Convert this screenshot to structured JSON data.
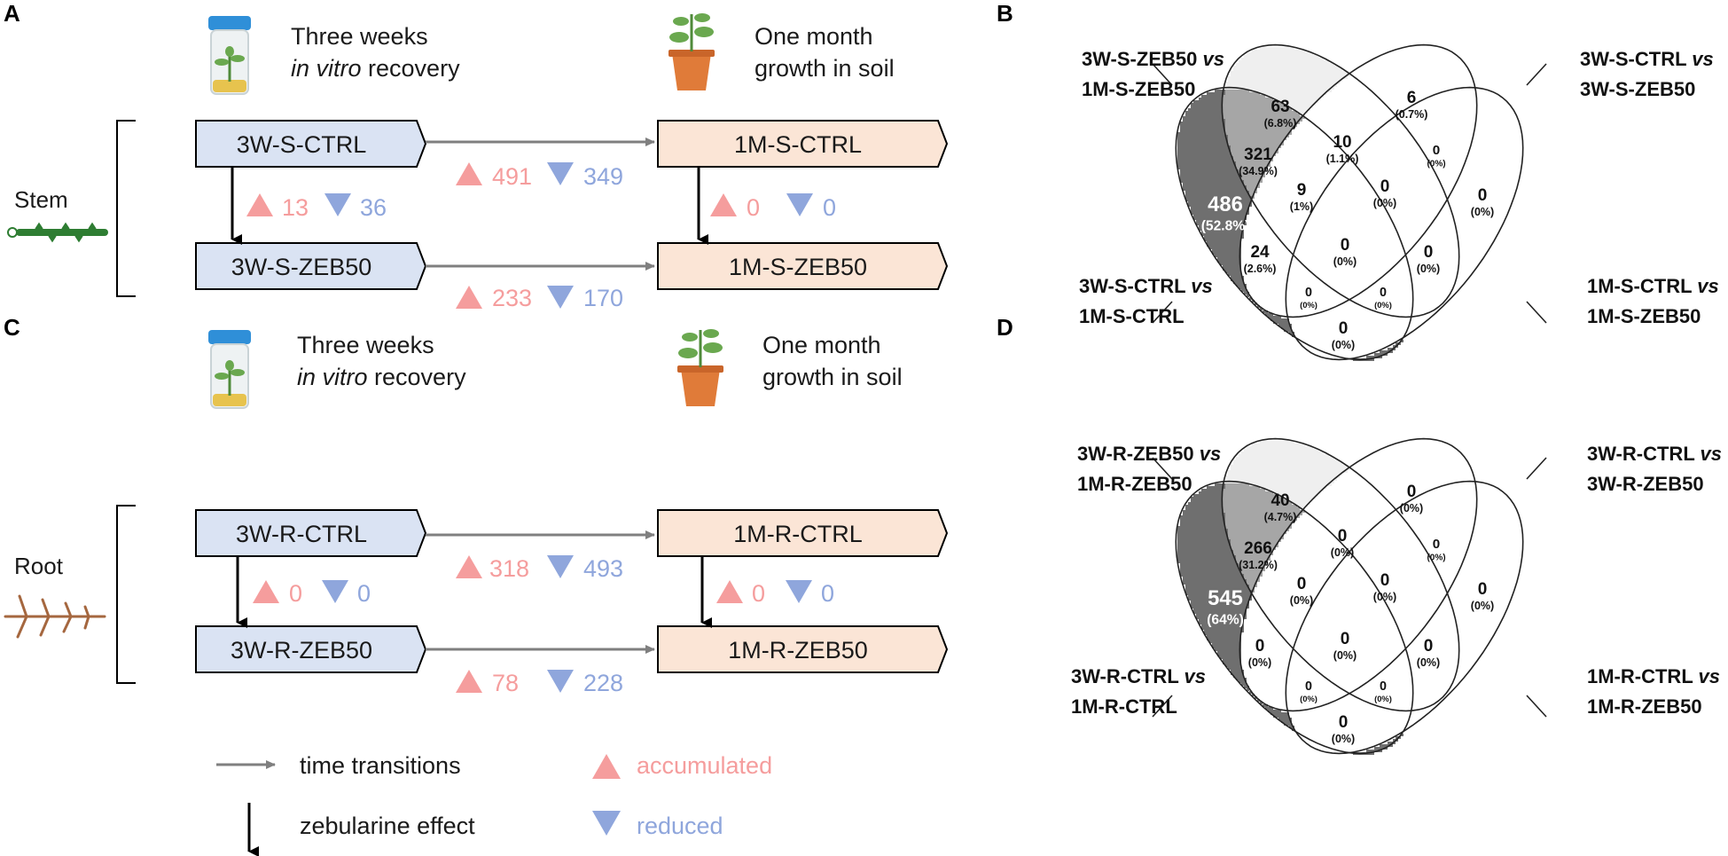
{
  "panels": {
    "a": "A",
    "b": "B",
    "c": "C",
    "d": "D"
  },
  "colors": {
    "ctrl_box": "#dae3f3",
    "soil_box": "#fbe5d6",
    "up": "#f59d9d",
    "down": "#8fa6dc",
    "time_arrow": "#7f7f7f",
    "zeb_arrow": "#000000"
  },
  "icons": [
    "jar-icon",
    "potted-plant-icon",
    "stem-icon",
    "root-icon"
  ],
  "flow_a": {
    "header_left": [
      "Three weeks",
      "in vitro",
      " recovery"
    ],
    "header_right": [
      "One month",
      "growth in soil"
    ],
    "tissue": "Stem",
    "boxes": {
      "tl": "3W-S-CTRL",
      "tr": "1M-S-CTRL",
      "bl": "3W-S-ZEB50",
      "br": "1M-S-ZEB50"
    },
    "counts": {
      "top_up": "491",
      "top_down": "349",
      "left_up": "13",
      "left_down": "36",
      "right_up": "0",
      "right_down": "0",
      "bottom_up": "233",
      "bottom_down": "170"
    }
  },
  "flow_c": {
    "header_left": [
      "Three weeks",
      "in vitro",
      " recovery"
    ],
    "header_right": [
      "One month",
      "growth in soil"
    ],
    "tissue": "Root",
    "boxes": {
      "tl": "3W-R-CTRL",
      "tr": "1M-R-CTRL",
      "bl": "3W-R-ZEB50",
      "br": "1M-R-ZEB50"
    },
    "counts": {
      "top_up": "318",
      "top_down": "493",
      "left_up": "0",
      "left_down": "0",
      "right_up": "0",
      "right_down": "0",
      "bottom_up": "78",
      "bottom_down": "228"
    }
  },
  "legend": {
    "time": "time transitions",
    "zeb": "zebularine effect",
    "up": "accumulated",
    "down": "reduced"
  },
  "venn_b": {
    "labels": {
      "tl": [
        "3W-S-ZEB50",
        "1M-S-ZEB50"
      ],
      "tr": [
        "3W-S-CTRL",
        "3W-S-ZEB50"
      ],
      "bl": [
        "3W-S-CTRL",
        "1M-S-CTRL"
      ],
      "br": [
        "1M-S-CTRL",
        "1M-S-ZEB50"
      ],
      "vs": "vs"
    },
    "regions": {
      "A": [
        "486",
        "(52.8%)"
      ],
      "B": [
        "63",
        "(6.8%)"
      ],
      "C": [
        "6",
        "(0.7%)"
      ],
      "D": [
        "0",
        "(0%)"
      ],
      "AB": [
        "321",
        "(34.9%)"
      ],
      "BC": [
        "10",
        "(1.1%)"
      ],
      "CD": [
        "0",
        "(0%)"
      ],
      "ABC": [
        "9",
        "(1%)"
      ],
      "BCD": [
        "0",
        "(0%)"
      ],
      "AD": [
        "24",
        "(2.6%)"
      ],
      "ABCD": [
        "0",
        "(0%)"
      ],
      "ABD": [
        "0",
        "(0%)"
      ],
      "ACD": [
        "0",
        "(0%)"
      ],
      "AC": [
        "0",
        "(0%)"
      ],
      "BD": [
        "0",
        "(0%)"
      ]
    }
  },
  "venn_d": {
    "labels": {
      "tl": [
        "3W-R-ZEB50",
        "1M-R-ZEB50"
      ],
      "tr": [
        "3W-R-CTRL",
        "3W-R-ZEB50"
      ],
      "bl": [
        "3W-R-CTRL",
        "1M-R-CTRL"
      ],
      "br": [
        "1M-R-CTRL",
        "1M-R-ZEB50"
      ],
      "vs": "vs"
    },
    "regions": {
      "A": [
        "545",
        "(64%)"
      ],
      "B": [
        "40",
        "(4.7%)"
      ],
      "C": [
        "0",
        "(0%)"
      ],
      "D": [
        "0",
        "(0%)"
      ],
      "AB": [
        "266",
        "(31.2%)"
      ],
      "BC": [
        "0",
        "(0%)"
      ],
      "CD": [
        "0",
        "(0%)"
      ],
      "ABC": [
        "0",
        "(0%)"
      ],
      "BCD": [
        "0",
        "(0%)"
      ],
      "AD": [
        "0",
        "(0%)"
      ],
      "ABCD": [
        "0",
        "(0%)"
      ],
      "ABD": [
        "0",
        "(0%)"
      ],
      "ACD": [
        "0",
        "(0%)"
      ],
      "AC": [
        "0",
        "(0%)"
      ],
      "BD": [
        "0",
        "(0%)"
      ]
    }
  }
}
